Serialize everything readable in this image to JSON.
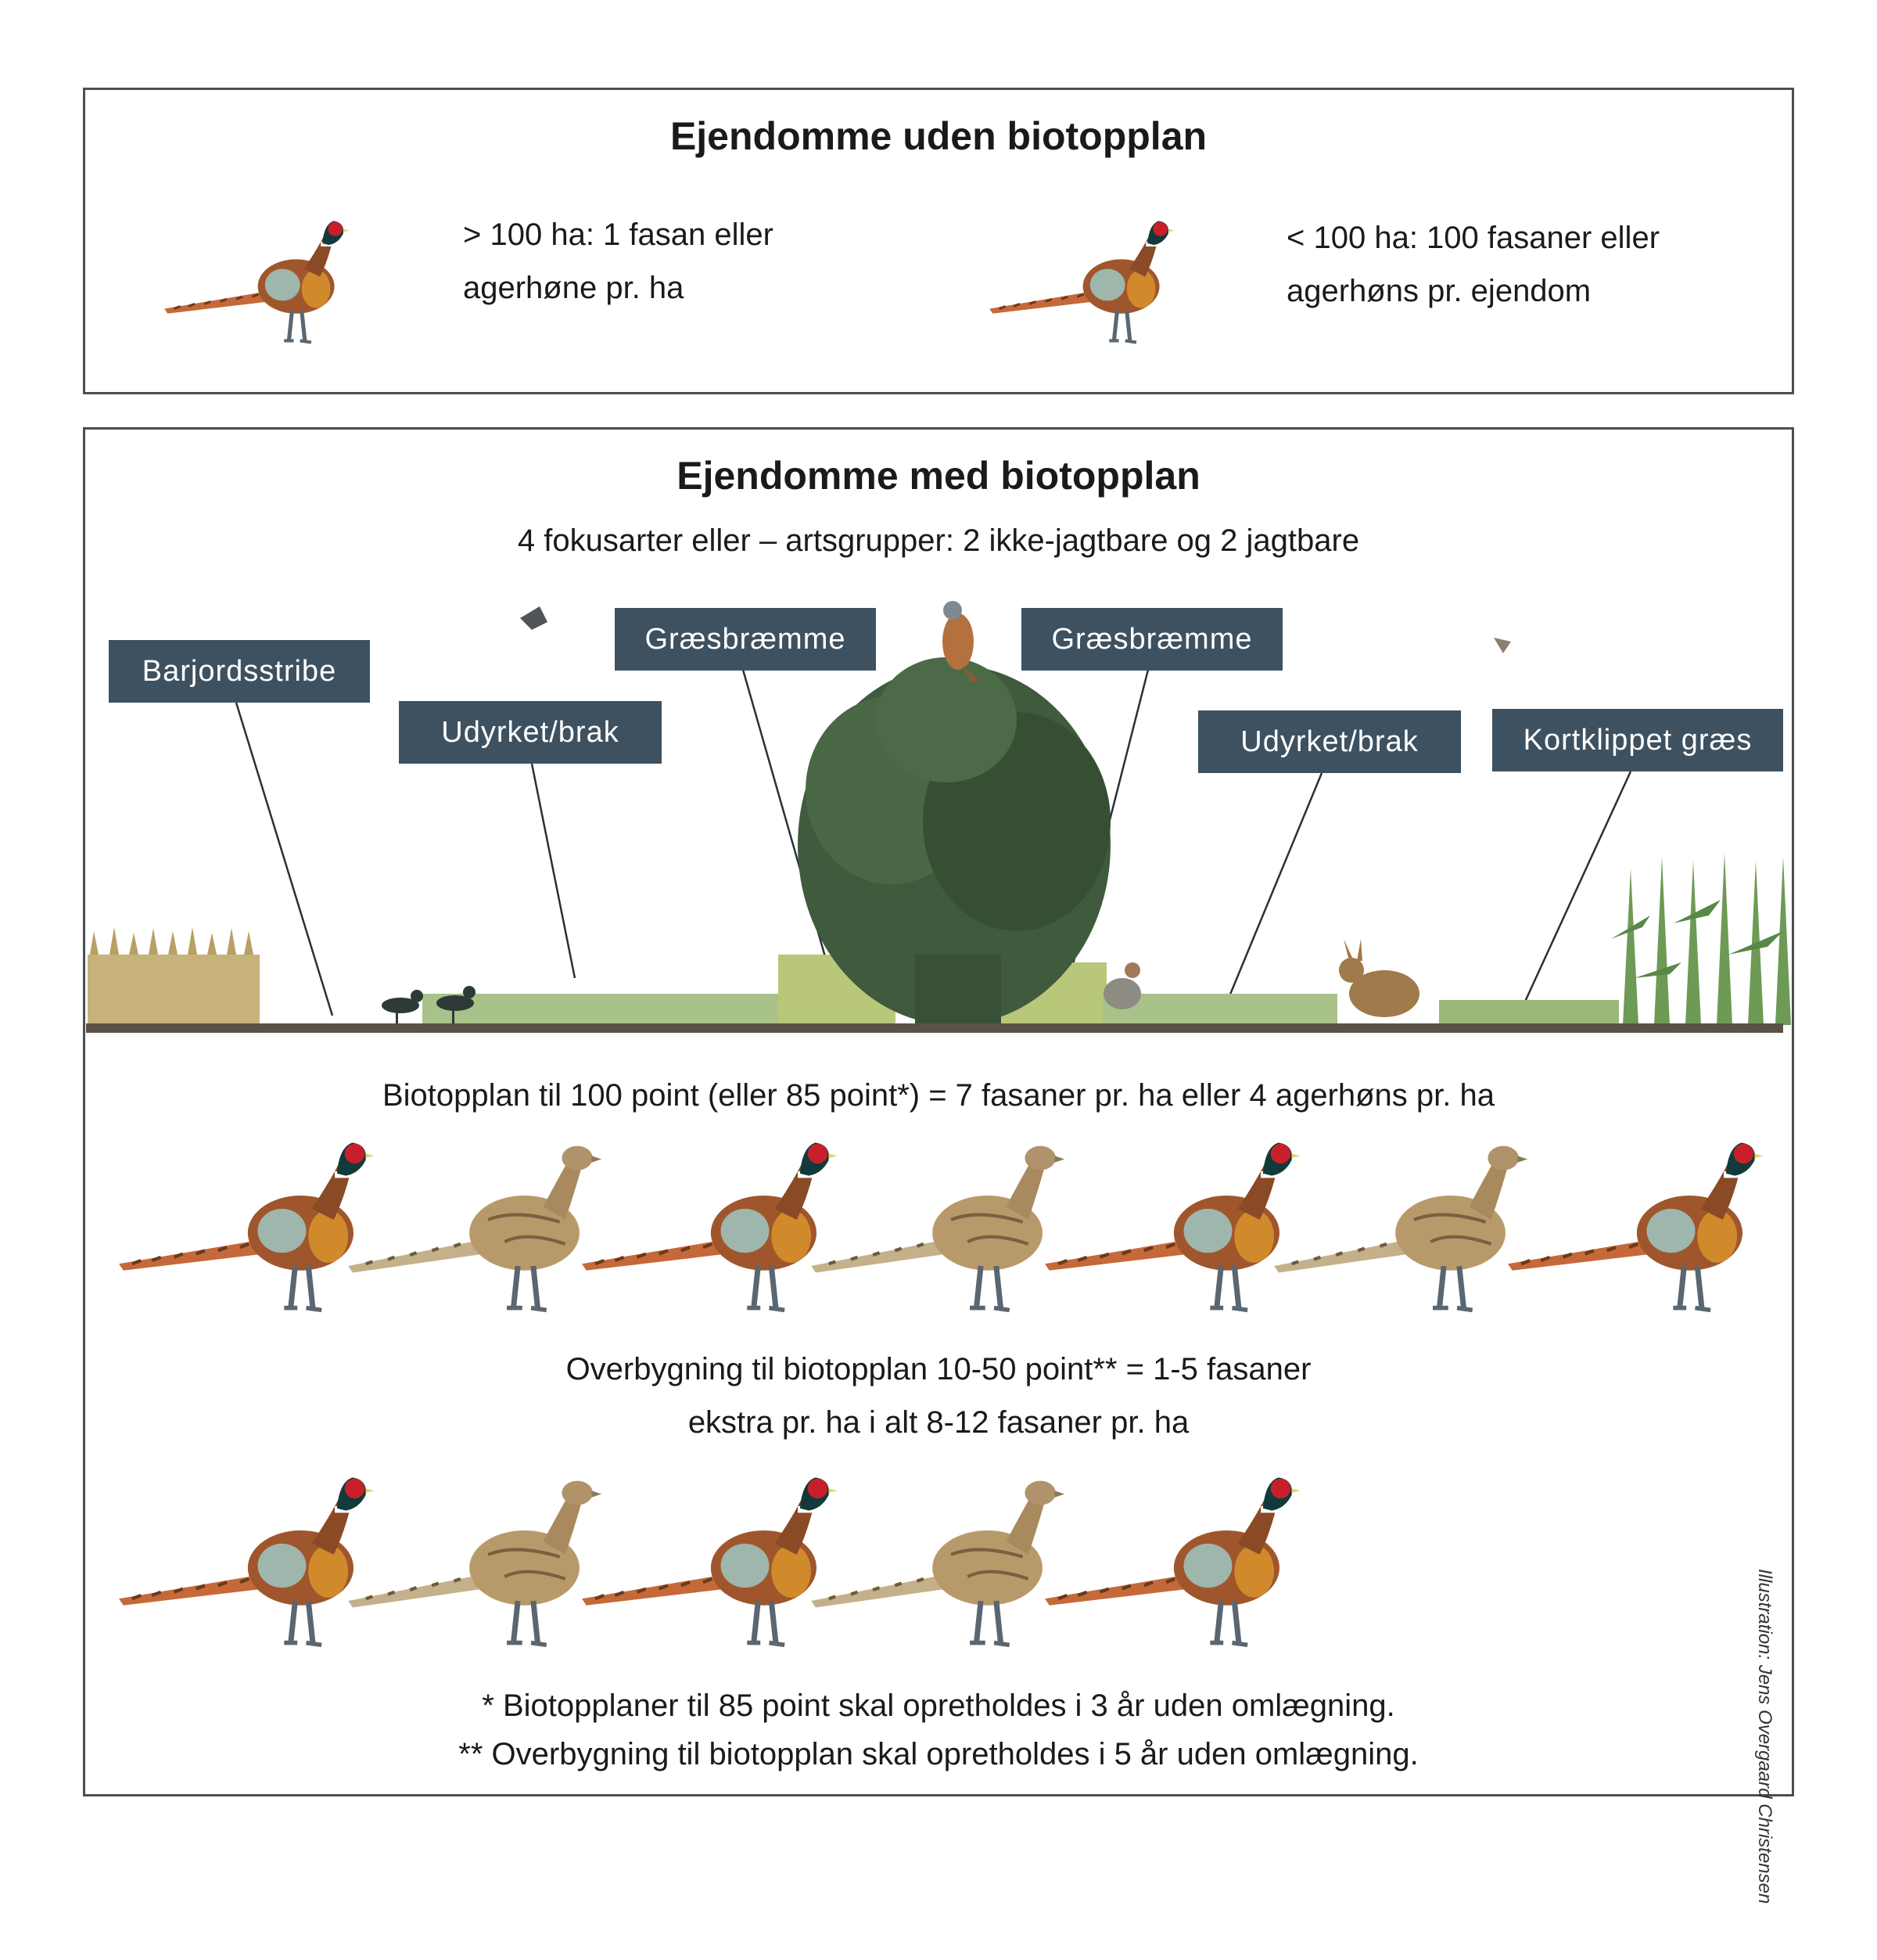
{
  "top_panel": {
    "title": "Ejendomme uden biotopplan",
    "rule_large": [
      "> 100 ha: 1 fasan eller",
      "agerhøne pr. ha"
    ],
    "rule_small": [
      "< 100 ha: 100 fasaner eller",
      "agerhøns pr. ejendom"
    ]
  },
  "bottom_panel": {
    "title": "Ejendomme med biotopplan",
    "subtitle": "4 fokusarter eller – artsgrupper: 2 ikke-jagtbare og 2 jagtbare",
    "habitat_labels": [
      "Barjordsstribe",
      "Udyrket/brak",
      "Græsbræmme",
      "Græsbræmme",
      "Udyrket/brak",
      "Kortklippet græs"
    ],
    "biotopplan_text": "Biotopplan til 100 point (eller 85 point*) = 7 fasaner pr. ha eller 4 agerhøns pr. ha",
    "overbygning_text": [
      "Overbygning til biotopplan 10-50 point** = 1-5 fasaner",
      "ekstra pr. ha i alt 8-12 fasaner pr. ha"
    ],
    "row1_birds": [
      "male",
      "female",
      "male",
      "female",
      "male",
      "female",
      "male"
    ],
    "row2_birds": [
      "male",
      "female",
      "male",
      "female",
      "male"
    ],
    "footnotes": [
      "* Biotopplaner til 85 point skal opretholdes i 3 år uden omlægning.",
      "** Overbygning til biotopplan skal opretholdes i 5 år uden omlægning."
    ]
  },
  "credit": "Illustration: Jens Overgaard Christensen",
  "colors": {
    "frame": "#4a4f55",
    "label_bg": "#3e5160",
    "label_text": "#ffffff",
    "ground": "#5a5248",
    "bush": "#3f5a3c",
    "wheat": "#c7b27a",
    "maize": "#6d9a55",
    "grass": "#9bb87a"
  },
  "icons": [
    "male-pheasant-icon",
    "female-pheasant-icon",
    "lapwing-icon",
    "kestrel-icon",
    "partridge-icon",
    "hare-icon",
    "swallow-icon",
    "lark-icon"
  ]
}
